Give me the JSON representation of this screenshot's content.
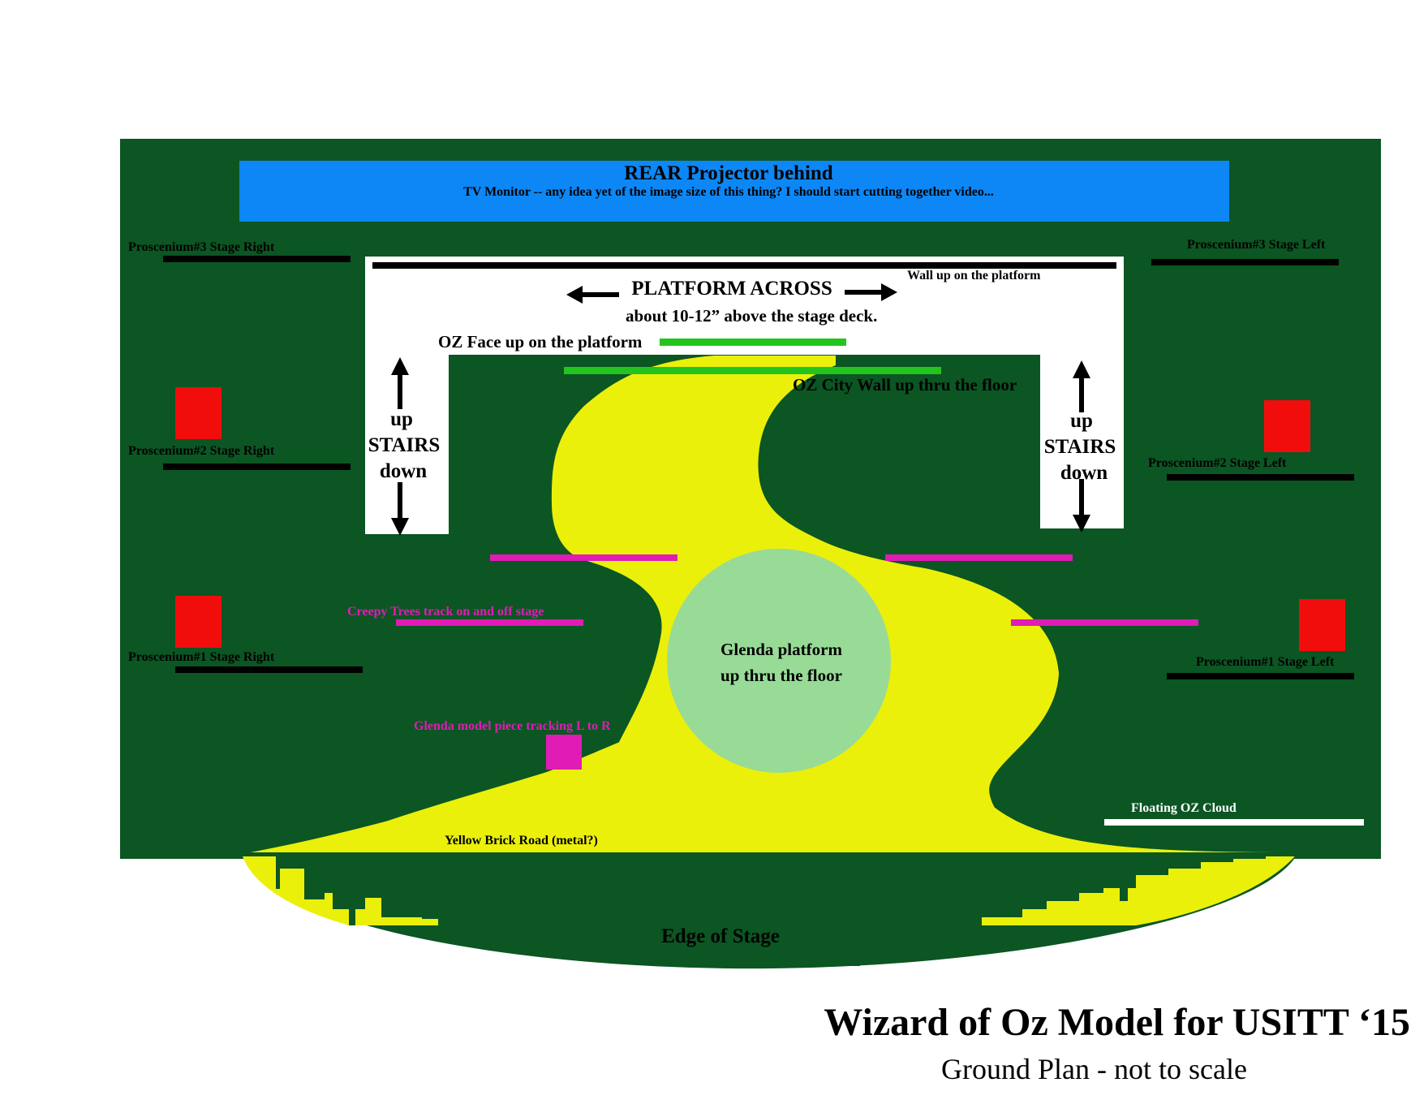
{
  "diagram": {
    "projector": {
      "title": "REAR Projector behind",
      "note": "TV Monitor -- any idea yet of the image size of this thing?  I should start cutting together video..."
    },
    "platform": {
      "wall_label": "Wall up on the platform",
      "across_label": "PLATFORM ACROSS",
      "height_label": "about 10-12” above the stage deck.",
      "oz_face_label": "OZ Face up on the platform",
      "oz_city_wall_label": "OZ City Wall up thru the floor"
    },
    "stairs_left": {
      "up": "up",
      "name": "STAIRS",
      "down": "down"
    },
    "stairs_right": {
      "up": "up",
      "name": "STAIRS",
      "down": "down"
    },
    "prosceniums": {
      "p3_sr": "Proscenium#3 Stage Right",
      "p3_sl": "Proscenium#3 Stage Left",
      "p2_sr": "Proscenium#2 Stage Right",
      "p2_sl": "Proscenium#2 Stage Left",
      "p1_sr": "Proscenium#1 Stage Right",
      "p1_sl": "Proscenium#1 Stage Left"
    },
    "creepy_trees_label": "Creepy Trees track on and off stage",
    "glenda_platform": {
      "line1": "Glenda platform",
      "line2": "up thru the floor"
    },
    "glenda_model_label": "Glenda model piece tracking L to R",
    "cloud_label": "Floating OZ Cloud",
    "road_label": "Yellow Brick Road (metal?)",
    "edge_label": "Edge of Stage"
  },
  "footer": {
    "title": "Wizard of Oz Model for USITT ‘15",
    "subtitle": "Ground Plan - not to scale"
  },
  "colors": {
    "stage_green": "#0b5623",
    "projector_blue": "#0d87f5",
    "road_yellow": "#ebf00a",
    "glenda_circle": "#97db97",
    "bright_green": "#24c41f",
    "magenta": "#e01bb6",
    "red": "#f20d0d",
    "black": "#000000",
    "white": "#ffffff"
  }
}
